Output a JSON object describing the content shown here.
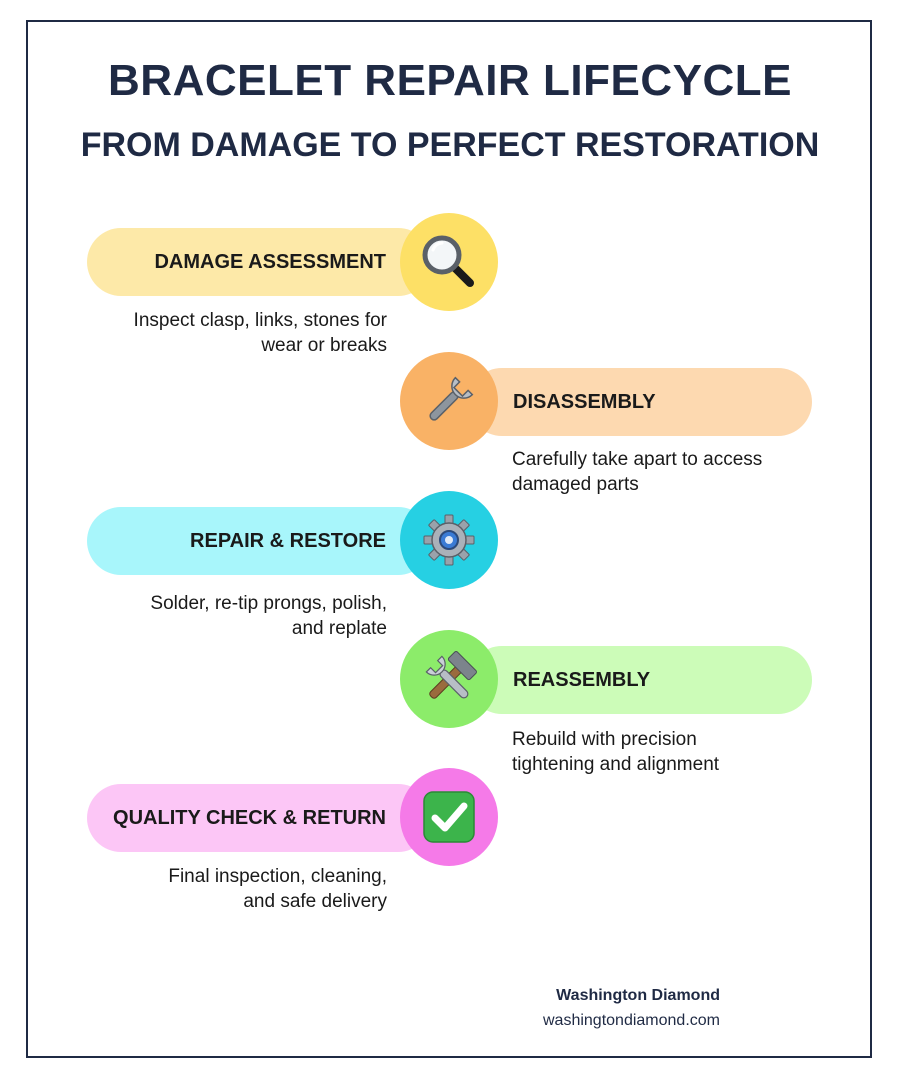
{
  "header": {
    "title": "BRACELET REPAIR LIFECYCLE",
    "subtitle": "FROM DAMAGE TO PERFECT RESTORATION"
  },
  "steps": [
    {
      "label": "DAMAGE ASSESSMENT",
      "desc_line1": "Inspect clasp, links, stones for",
      "desc_line2": "wear or breaks",
      "icon": "magnifier-icon",
      "pill_color": "#fde9a8",
      "circle_color": "#fde066"
    },
    {
      "label": "DISASSEMBLY",
      "desc_line1": "Carefully take apart to access",
      "desc_line2": "damaged parts",
      "icon": "wrench-icon",
      "pill_color": "#fdd9b0",
      "circle_color": "#f9b266"
    },
    {
      "label": "REPAIR & RESTORE",
      "desc_line1": "Solder, re-tip prongs, polish,",
      "desc_line2": "and replate",
      "icon": "gear-icon",
      "pill_color": "#a8f6fb",
      "circle_color": "#26d0e3"
    },
    {
      "label": "REASSEMBLY",
      "desc_line1": "Rebuild with precision",
      "desc_line2": "tightening and alignment",
      "icon": "hammer-wrench-icon",
      "pill_color": "#ccfcb8",
      "circle_color": "#8cec6a"
    },
    {
      "label": "QUALITY CHECK & RETURN",
      "desc_line1": "Final inspection, cleaning,",
      "desc_line2": "and safe delivery",
      "icon": "check-mark-icon",
      "pill_color": "#fcc6f6",
      "circle_color": "#f57ae8"
    }
  ],
  "footer": {
    "brand": "Washington Diamond",
    "url": "washingtondiamond.com"
  },
  "colors": {
    "navy": "#1f2a44"
  }
}
